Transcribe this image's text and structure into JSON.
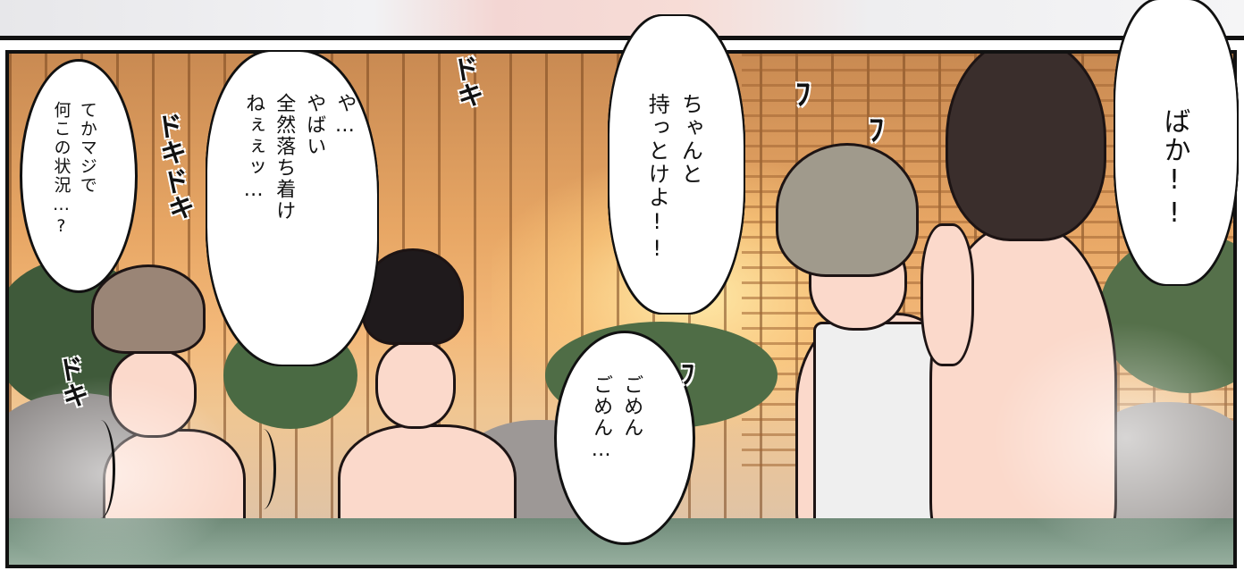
{
  "balloons": {
    "lines_left": "てかマジで\n何この状況…?",
    "lines_middle": "や…\nやばい\n全然落ち着け\nねぇぇッ…",
    "lines_center": "ちゃんと\n持っとけよ!!",
    "lines_bottom": "ごめん\nごめん…",
    "lines_right": "ばか!!"
  },
  "sound_effects": {
    "doki": "ドキ",
    "wave_1": "ﾌ",
    "wave_2": "ﾌ",
    "wave_3": "ﾌ"
  },
  "colors": {
    "ink": "#111111",
    "skin": "#fbd9cb",
    "fence": "#e8a765",
    "water": "#8aa493"
  }
}
